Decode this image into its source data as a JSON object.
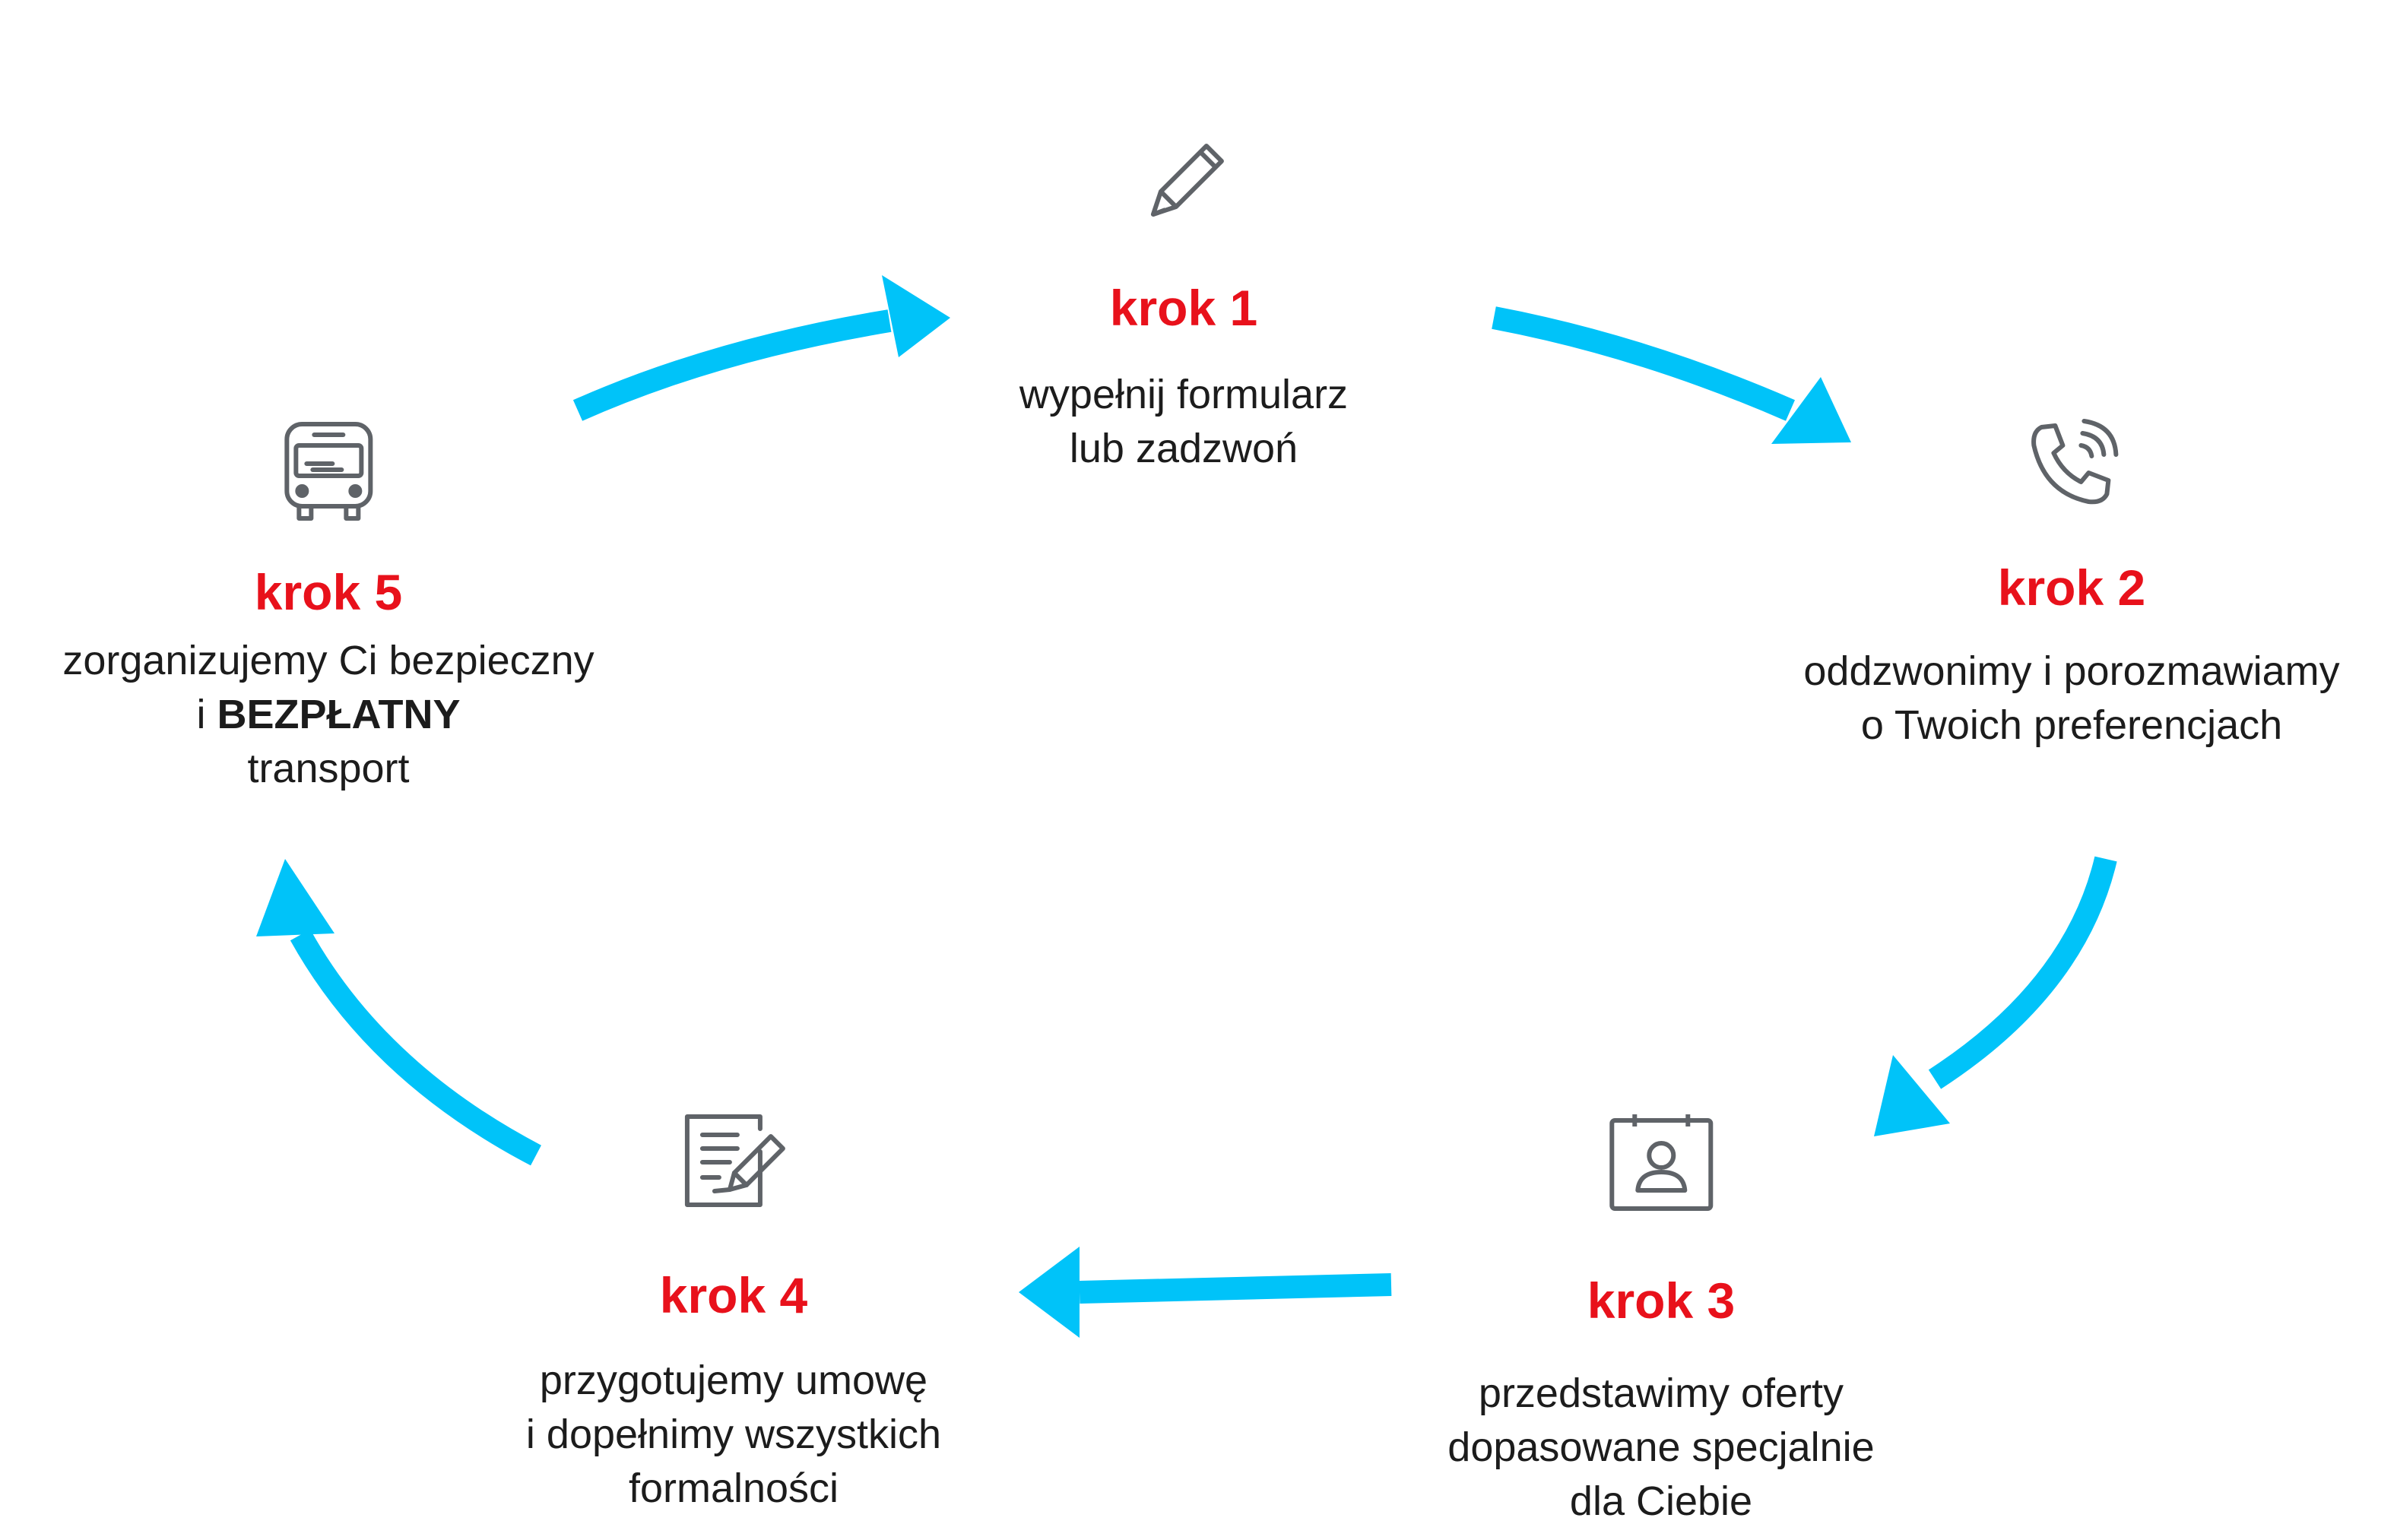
{
  "accent_color": "#00c3f9",
  "label_color": "#e8111b",
  "icon_color": "#5f6368",
  "steps": [
    {
      "id": "step-1",
      "icon": "pencil-icon",
      "title": "krok 1",
      "lines": [
        "wypełnij formularz",
        "lub zadzwoń"
      ]
    },
    {
      "id": "step-2",
      "icon": "phone-call-icon",
      "title": "krok 2",
      "lines": [
        "oddzwonimy i porozmawiamy",
        "o Twoich preferencjach"
      ]
    },
    {
      "id": "step-3",
      "icon": "profile-card-icon",
      "title": "krok 3",
      "lines": [
        "przedstawimy oferty",
        "dopasowane specjalnie",
        "dla Ciebie"
      ]
    },
    {
      "id": "step-4",
      "icon": "document-edit-icon",
      "title": "krok 4",
      "lines": [
        "przygotujemy umowę",
        "i dopełnimy wszystkich",
        "formalności"
      ]
    },
    {
      "id": "step-5",
      "icon": "bus-icon",
      "title": "krok 5",
      "lines": [
        "zorganizujemy Ci bezpieczny"
      ],
      "line2_prefix": "i ",
      "line2_bold": "BEZPŁATNY",
      "line3": "transport"
    }
  ]
}
